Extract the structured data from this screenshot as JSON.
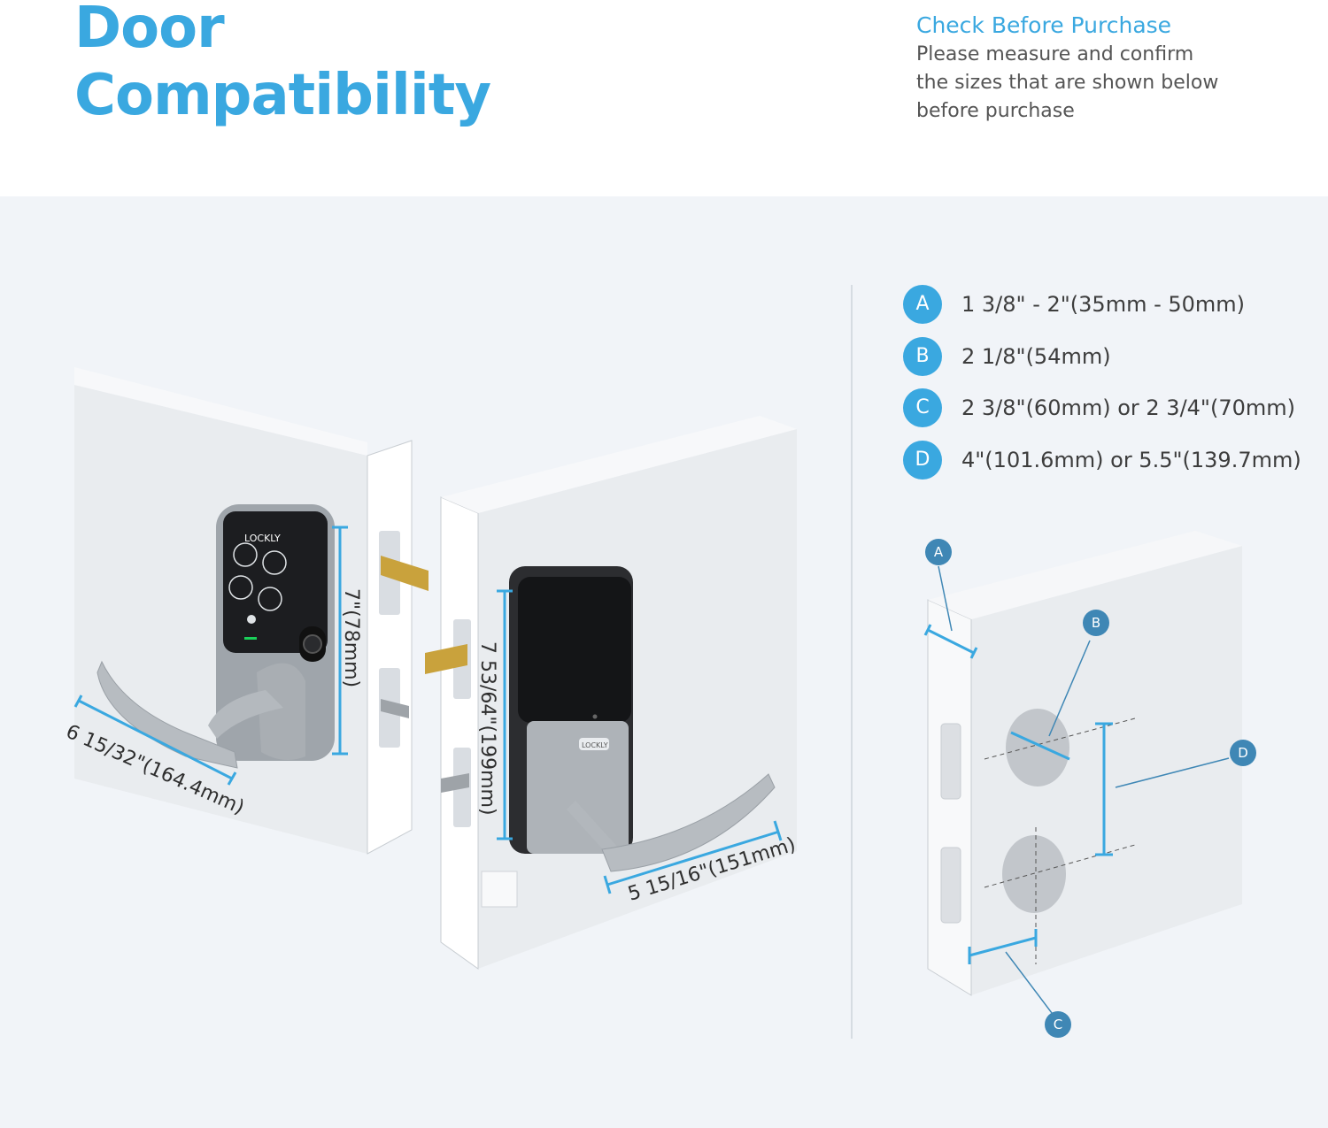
{
  "header": {
    "title_line1": "Door",
    "title_line2": "Compatibility",
    "notice_heading": "Check Before Purchase",
    "notice_line1": "Please measure and confirm",
    "notice_line2": "the sizes that are shown below",
    "notice_line3": "before purchase"
  },
  "brand_label": "LOCKLY",
  "exterior_lock": {
    "height_dimension": "7\"(78mm)",
    "lever_dimension": "6 15/32\"(164.4mm)"
  },
  "interior_lock": {
    "height_dimension": "7 53/64\"(199mm)",
    "lever_dimension": "5 15/16\"(151mm)"
  },
  "specs": [
    {
      "letter": "A",
      "text": "1 3/8\" - 2\"(35mm - 50mm)"
    },
    {
      "letter": "B",
      "text": "2 1/8\"(54mm)"
    },
    {
      "letter": "C",
      "text": "2 3/8\"(60mm) or  2 3/4\"(70mm)"
    },
    {
      "letter": "D",
      "text": "4\"(101.6mm) or 5.5\"(139.7mm)"
    }
  ],
  "diagram_markers": {
    "a": "A",
    "b": "B",
    "c": "C",
    "d": "D"
  },
  "colors": {
    "accent": "#3aa8e0",
    "marker": "#3f87b5",
    "panel": "#f1f4f8"
  }
}
